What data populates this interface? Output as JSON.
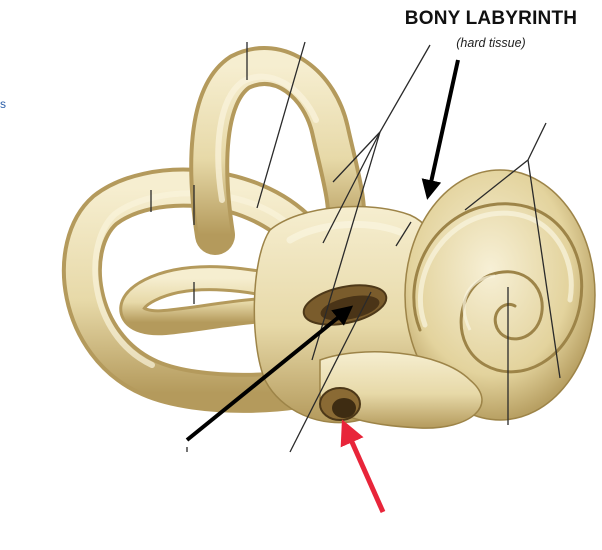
{
  "header": {
    "title": "BONY LABYRINTH",
    "subtitle": "(hard tissue)"
  },
  "edge_fragment": "s",
  "colors": {
    "bone_fill": "#e7d9a8",
    "bone_light": "#f6eed0",
    "bone_dark": "#b49a5c",
    "window_shadow": "#5a4320",
    "leader_line": "#2a2a2a",
    "black_arrow": "#000000",
    "red_arrow": "#e8253a",
    "edge_text": "#2b5ea8"
  },
  "arrows": [
    {
      "name": "title-arrow",
      "color": "black",
      "points_to": "vestibule"
    },
    {
      "name": "oval-window-arrow",
      "color": "black",
      "points_to": "oval window"
    },
    {
      "name": "round-window-arrow",
      "color": "red",
      "points_to": "round window"
    }
  ]
}
